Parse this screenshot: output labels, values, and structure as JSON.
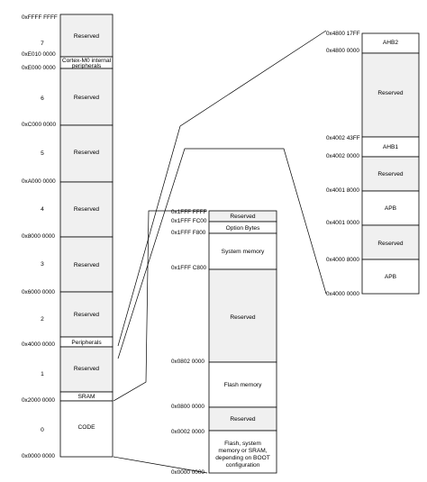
{
  "left_column": {
    "addresses": [
      "0xFFFF FFFF",
      "0xE010 0000",
      "0xE000 0000",
      "0xC000 0000",
      "0xA000 0000",
      "0x8000 0000",
      "0x6000 0000",
      "0x4000 0000",
      "0x2000 0000",
      "0x0000 0000"
    ],
    "region_numbers": [
      "7",
      "6",
      "5",
      "4",
      "3",
      "2",
      "1",
      "0"
    ],
    "blocks": [
      "Reserved",
      "Cortex-M0 internal peripherals",
      "Reserved",
      "Reserved",
      "Reserved",
      "Reserved",
      "Reserved",
      "Peripherals",
      "Reserved",
      "SRAM",
      "CODE"
    ]
  },
  "middle_column": {
    "addresses": [
      "0x1FFF FFFF",
      "0x1FFF FC00",
      "0x1FFF F800",
      "0x1FFF C800",
      "0x0802 0000",
      "0x0800 0000",
      "0x0002 0000",
      "0x0000 0000"
    ],
    "blocks": [
      "Reserved",
      "Option Bytes",
      "System memory",
      "Reserved",
      "Flash memory",
      "Reserved",
      "Flash, system memory or SRAM, depending on BOOT configuration"
    ]
  },
  "right_column": {
    "addresses": [
      "0x4800 17FF",
      "0x4800 0000",
      "0x4002 43FF",
      "0x4002 0000",
      "0x4001 8000",
      "0x4001 0000",
      "0x4000 8000",
      "0x4000 0000"
    ],
    "blocks": [
      "AHB2",
      "Reserved",
      "AHB1",
      "Reserved",
      "APB",
      "Reserved",
      "APB"
    ]
  },
  "colors": {
    "line": "#000000",
    "reserved_fill": "#f0f0f0",
    "plain_fill": "#ffffff"
  }
}
